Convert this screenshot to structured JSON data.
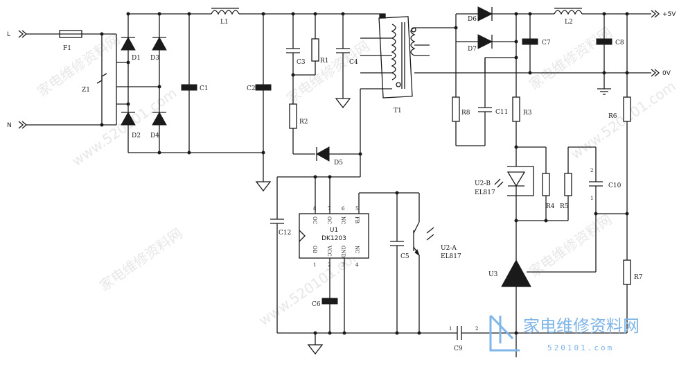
{
  "terminals": {
    "L": "L",
    "N": "N",
    "plus5v": "+5V",
    "zero_v": "0V"
  },
  "components": {
    "F1": "F1",
    "Z1": "Z1",
    "D1": "D1",
    "D2": "D2",
    "D3": "D3",
    "D4": "D4",
    "C1": "C1",
    "L1": "L1",
    "C2": "C2",
    "C3": "C3",
    "R1": "R1",
    "C4": "C4",
    "R2": "R2",
    "D5": "D5",
    "T1": "T1",
    "D6": "D6",
    "D7": "D7",
    "C7": "C7",
    "L2": "L2",
    "C8": "C8",
    "R8": "R8",
    "C11": "C11",
    "R3": "R3",
    "R6": "R6",
    "R4": "R4",
    "R5": "R5",
    "C10": "C10",
    "R7": "R7",
    "U3": "U3",
    "C12": "C12",
    "C6": "C6",
    "C5": "C5",
    "C9": "C9"
  },
  "optocoupler_b": {
    "ref": "U2-B",
    "part": "EL817"
  },
  "optocoupler_a": {
    "ref": "U2-A",
    "part": "EL817"
  },
  "ic": {
    "ref": "U1",
    "part": "DK1203",
    "top_pins": [
      {
        "num": "8",
        "name": "OC"
      },
      {
        "num": "7",
        "name": "OC"
      },
      {
        "num": "6",
        "name": "NC"
      },
      {
        "num": "5",
        "name": "FB"
      }
    ],
    "bottom_pins": [
      {
        "num": "1",
        "name": "OB"
      },
      {
        "num": "2",
        "name": "VCC"
      },
      {
        "num": "3",
        "name": "GND"
      },
      {
        "num": "4",
        "name": "NC"
      }
    ]
  },
  "pin_numbers": {
    "c10_1": "1",
    "c10_2": "2",
    "c9_1": "1",
    "c9_2": "2"
  },
  "watermark": {
    "site": "家电维修资料网",
    "url": "www.520101.com"
  },
  "logo": {
    "title": "家电维修资料网",
    "sub": "520101.com"
  }
}
